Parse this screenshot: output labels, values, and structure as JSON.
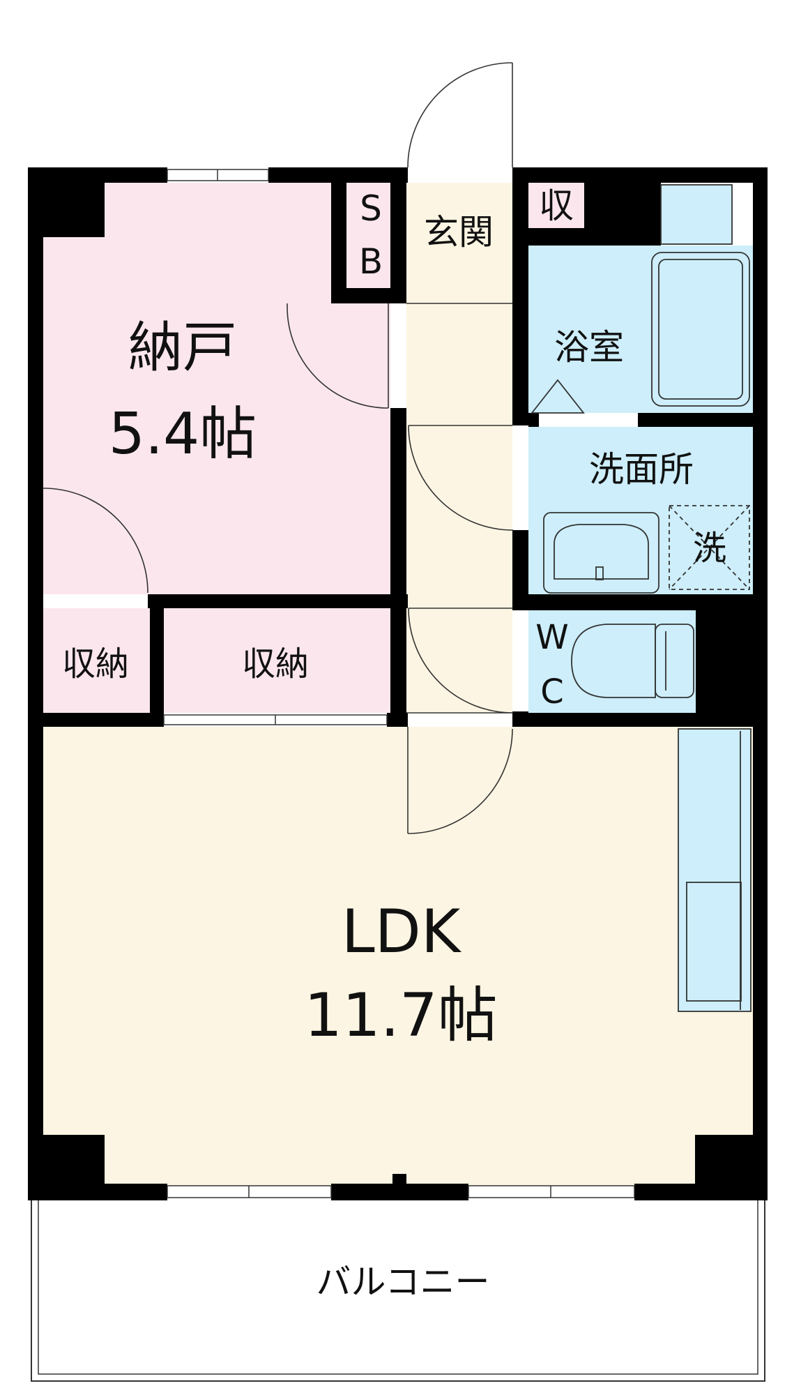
{
  "rooms": {
    "nando": {
      "name": "納戸",
      "area": "5.4帖"
    },
    "ldk": {
      "name": "LDK",
      "area": "11.7帖"
    },
    "sb": {
      "line1": "S",
      "line2": "B"
    },
    "genkan": "玄関",
    "shu": "収",
    "yokushitsu": "浴室",
    "senmenjo": "洗面所",
    "sentakuki": "洗",
    "wc": {
      "line1": "W",
      "line2": "C"
    },
    "shuno_left": "収納",
    "shuno_center": "収納",
    "balcony": "バルコニー"
  },
  "colors": {
    "wall": "#000000",
    "pink_room": "#fbe6ee",
    "cream_room": "#fdf5e3",
    "blue_room": "#cdeefa",
    "pink_label_bg": "#fbe6ee",
    "fixture_stroke": "#333333"
  }
}
